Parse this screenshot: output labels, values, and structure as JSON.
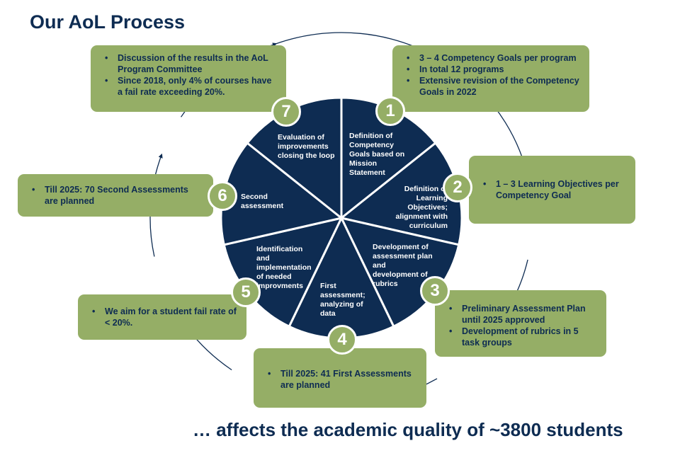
{
  "title": "Our AoL Process",
  "footer": "… affects the academic quality of ~3800 students",
  "colors": {
    "navy": "#0e2c52",
    "green": "#95ae66",
    "white": "#ffffff"
  },
  "steps": [
    {
      "number": "1",
      "label": "Definition of Competency Goals based on Mission Statement",
      "bullets": [
        "3 – 4 Competency Goals per program",
        "In total 12 programs",
        "Extensive revision of the Competency Goals in 2022"
      ]
    },
    {
      "number": "2",
      "label": "Definition of Learning Objectives; alignment with curriculum",
      "bullets": [
        "1 – 3 Learning Objectives per Competency Goal"
      ]
    },
    {
      "number": "3",
      "label": "Development of assessment plan and development of rubrics",
      "bullets": [
        "Preliminary Assessment Plan until 2025 approved",
        "Development of rubrics in 5 task groups"
      ]
    },
    {
      "number": "4",
      "label": "First assessment; analyzing of data",
      "bullets": [
        "Till 2025: 41 First Assessments are planned"
      ]
    },
    {
      "number": "5",
      "label": "Identification and implementation of needed improvments",
      "bullets": [
        "We aim for a student fail rate of < 20%."
      ]
    },
    {
      "number": "6",
      "label": "Second assessment",
      "bullets": [
        "Till 2025: 70 Second Assessments are planned"
      ]
    },
    {
      "number": "7",
      "label": "Evaluation of improvements closing the loop",
      "bullets": [
        "Discussion of the results in the AoL Program Committee",
        "Since 2018, only 4% of courses have a fail rate  exceeding 20%."
      ]
    }
  ]
}
